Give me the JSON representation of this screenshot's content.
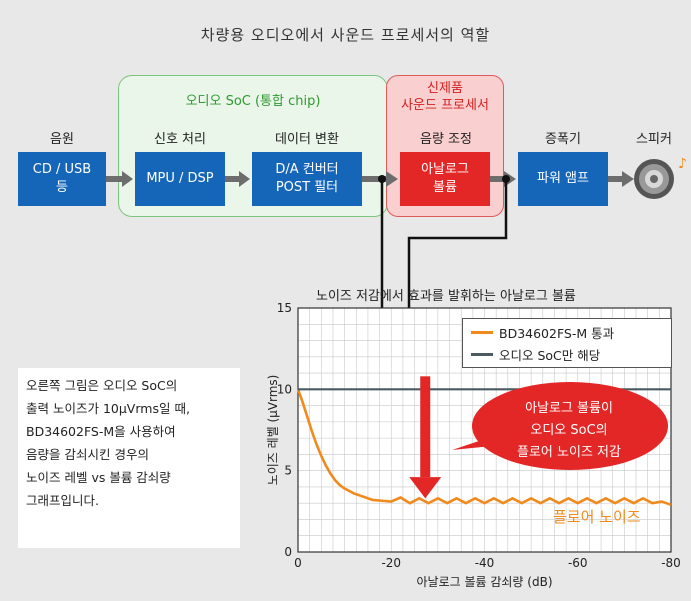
{
  "title": "차량용 오디오에서 사운드 프로세서의 역할",
  "soc_group_label": "오디오 SoC (통합 chip)",
  "new_product_label_1": "신제품",
  "new_product_label_2": "사운드 프로세서",
  "stages": {
    "source": {
      "label": "음원",
      "block": [
        "CD / USB",
        "등"
      ]
    },
    "signal": {
      "label": "신호 처리",
      "block": [
        "MPU / DSP"
      ]
    },
    "convert": {
      "label": "데이터 변환",
      "block": [
        "D/A 컨버터",
        "POST 필터"
      ]
    },
    "volume": {
      "label": "음량 조정",
      "block": [
        "아날로그",
        "볼륨"
      ]
    },
    "amp": {
      "label": "증폭기",
      "block": [
        "파워 앰프"
      ]
    },
    "speaker": {
      "label": "스피커"
    }
  },
  "note": [
    "오른쪽 그림은 오디오 SoC의",
    "출력 노이즈가 10μVrms일 때,",
    "BD34602FS-M을 사용하여",
    "음량을 감쇠시킨 경우의",
    "노이즈 레벨 vs 볼륨 감쇠량",
    "그래프입니다."
  ],
  "colors": {
    "blue": "#1565b8",
    "red": "#e32626",
    "orange": "#f08a1d",
    "gray_line": "#4a5a60"
  },
  "chart_data": {
    "type": "line",
    "title": "노이즈 저감에서 효과를 발휘하는 아날로그 볼륨",
    "xlabel": "아날로그 볼륨 감쇠량 (dB)",
    "ylabel": "노이즈 레벨 (μVrms)",
    "xlim": [
      0,
      -80
    ],
    "ylim": [
      0,
      15
    ],
    "xticks": [
      "0",
      "-20",
      "-40",
      "-60",
      "-80"
    ],
    "yticks": [
      "0",
      "5",
      "10",
      "15"
    ],
    "grid": true,
    "legend_position": "top-right",
    "series": [
      {
        "name": "BD34602FS-M 통과",
        "color": "#f08a1d",
        "x": [
          0,
          -1,
          -2,
          -3,
          -4,
          -5,
          -6,
          -7,
          -8,
          -9,
          -10,
          -12,
          -14,
          -16,
          -18,
          -20,
          -22,
          -24,
          -26,
          -28,
          -30,
          -32,
          -34,
          -36,
          -38,
          -40,
          -42,
          -44,
          -46,
          -48,
          -50,
          -52,
          -54,
          -56,
          -58,
          -60,
          -62,
          -64,
          -66,
          -68,
          -70,
          -72,
          -74,
          -76,
          -78,
          -80
        ],
        "y": [
          10,
          9.2,
          8.3,
          7.4,
          6.6,
          5.9,
          5.3,
          4.8,
          4.4,
          4.1,
          3.9,
          3.6,
          3.4,
          3.2,
          3.15,
          3.1,
          3.35,
          3.0,
          3.3,
          3.0,
          3.3,
          3.0,
          3.3,
          3.0,
          3.3,
          3.0,
          3.3,
          3.0,
          3.3,
          3.0,
          3.3,
          3.0,
          3.3,
          3.0,
          3.3,
          3.0,
          3.3,
          3.0,
          3.3,
          3.0,
          3.3,
          3.0,
          3.3,
          3.0,
          3.1,
          2.9
        ]
      },
      {
        "name": "오디오 SoC만 해당",
        "color": "#4a5a60",
        "x": [
          0,
          -80
        ],
        "y": [
          10,
          10
        ]
      }
    ],
    "annotations": {
      "callout": [
        "아날로그 볼륨이",
        "오디오 SoC의",
        "플로어 노이즈 저감"
      ],
      "floor_label": "플로어 노이즈"
    }
  }
}
